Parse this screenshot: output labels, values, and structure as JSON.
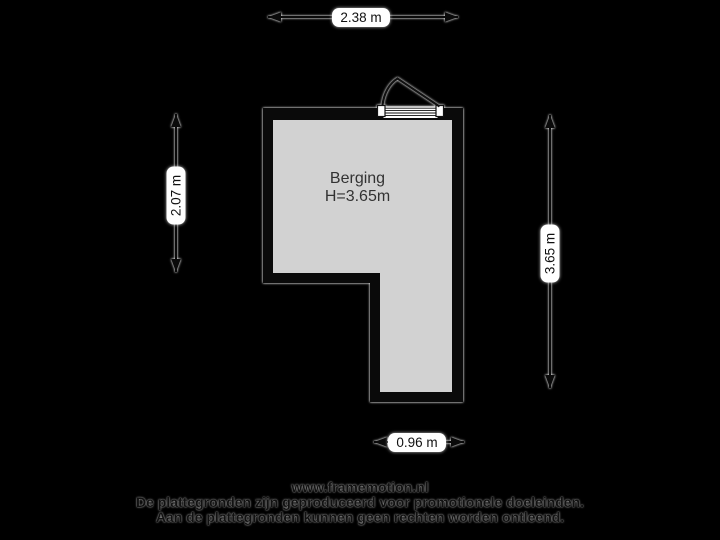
{
  "plan": {
    "room_name": "Berging",
    "room_height": "H=3.65m"
  },
  "dimensions": {
    "top": "2.38 m",
    "left": "2.07 m",
    "right": "3.65 m",
    "bottom": "0.96 m"
  },
  "footer": {
    "website": "www.framemotion.nl",
    "disclaimer1": "De plattegronden zijn geproduceerd voor promotionele doeleinden.",
    "disclaimer2": "Aan de plattegronden kunnen geen rechten worden ontleend."
  },
  "symbols": {
    "door": "door-swing-icon"
  },
  "colors": {
    "background": "#000000",
    "wall": "#0a0a0a",
    "room_fill": "#d2d2d2",
    "label_box": "#ffffff",
    "label_text": "#111111",
    "room_text": "#333333"
  }
}
